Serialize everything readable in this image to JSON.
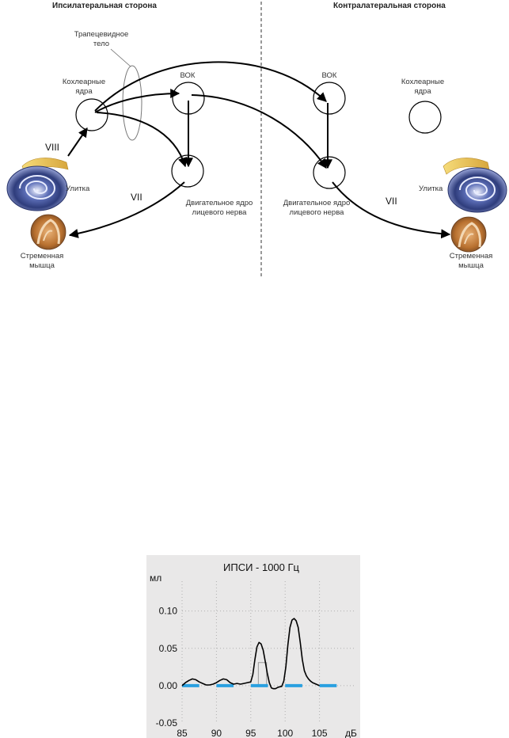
{
  "diagram": {
    "ipsi_header": "Ипсилатеральная сторона",
    "contra_header": "Контралатеральная сторона",
    "trapezoid_line1": "Трапецевидное",
    "trapezoid_line2": "тело",
    "cochlear_nuclei_left_l1": "Кохлеарные",
    "cochlear_nuclei_left_l2": "ядра",
    "cochlear_nuclei_right_l1": "Кохлеарные",
    "cochlear_nuclei_right_l2": "ядра",
    "vok_left": "ВОК",
    "vok_right": "ВОК",
    "viii": "VIII",
    "vii_left": "VII",
    "vii_right": "VII",
    "cochlea_left": "Улитка",
    "cochlea_right": "Улитка",
    "facial_left_l1": "Двигательное ядро",
    "facial_left_l2": "лицевого нерва",
    "facial_right_l1": "Двигательное ядро",
    "facial_right_l2": "лицевого нерва",
    "stapedius_left_l1": "Стременная",
    "stapedius_left_l2": "мышца",
    "stapedius_right_l1": "Стременная",
    "stapedius_right_l2": "мышца"
  },
  "colors": {
    "plot_bg": "#e9e8e8",
    "grid": "#b0b0b0",
    "curve": "#000000",
    "stimulus": "#2aa0e0",
    "reference": "#999999"
  },
  "chart_data": {
    "type": "line",
    "title": "ИПСИ - 1000 Гц",
    "ylabel": "мл",
    "xlabel": "дБ",
    "xlim": [
      85,
      110
    ],
    "ylim": [
      -0.05,
      0.14
    ],
    "x_ticks": [
      "85",
      "90",
      "95",
      "100",
      "105"
    ],
    "y_ticks": [
      "0.10",
      "0.05",
      "0.00",
      "-0.05"
    ],
    "y_tick_values": [
      0.1,
      0.05,
      0.0,
      -0.05
    ],
    "x_tick_values": [
      85,
      90,
      95,
      100,
      105
    ],
    "grid": true,
    "series": [
      {
        "x": [
          85,
          85.5,
          86,
          86.5,
          87,
          87.5,
          88,
          88.5,
          89,
          89.5,
          90,
          90.5,
          91,
          91.5,
          92,
          92.5,
          93,
          93.5,
          94,
          94.5,
          95,
          95.3,
          95.6,
          95.9,
          96.2,
          96.5,
          96.8,
          97.1,
          97.4,
          97.7,
          98,
          98.3,
          98.6,
          99,
          99.5,
          99.8,
          100.1,
          100.4,
          100.7,
          101,
          101.3,
          101.6,
          101.9,
          102.2,
          102.5,
          102.8,
          103.1,
          103.4,
          103.7,
          104,
          104.5,
          105
        ],
        "y": [
          0.0,
          0.004,
          0.007,
          0.009,
          0.008,
          0.005,
          0.003,
          0.001,
          0.001,
          0.002,
          0.004,
          0.007,
          0.009,
          0.008,
          0.004,
          0.002,
          0.003,
          0.002,
          0.003,
          0.004,
          0.005,
          0.015,
          0.035,
          0.052,
          0.058,
          0.056,
          0.048,
          0.033,
          0.017,
          0.004,
          -0.003,
          -0.004,
          -0.004,
          -0.002,
          -0.001,
          0.006,
          0.025,
          0.055,
          0.078,
          0.088,
          0.09,
          0.087,
          0.078,
          0.058,
          0.035,
          0.02,
          0.013,
          0.009,
          0.006,
          0.004,
          0.002,
          0.0
        ]
      }
    ],
    "stimulus_segments": [
      [
        85.0,
        87.5
      ],
      [
        90.0,
        92.5
      ],
      [
        95.0,
        97.5
      ],
      [
        100.0,
        102.5
      ],
      [
        105.0,
        107.5
      ]
    ],
    "reference_box": {
      "x": [
        96.1,
        97.3
      ],
      "y_top": 0.031
    }
  }
}
